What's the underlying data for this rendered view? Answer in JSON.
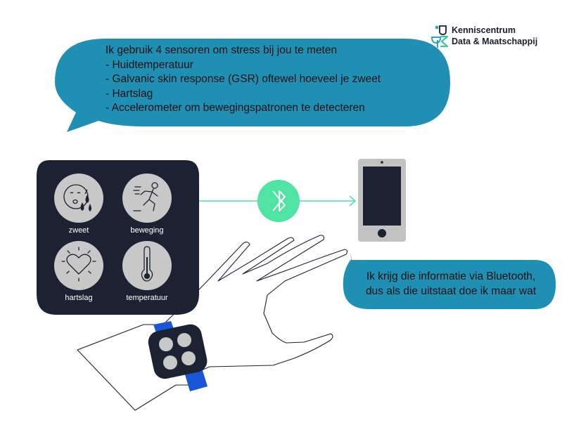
{
  "colors": {
    "bubble": "#1f8fb4",
    "panel": "#1d2232",
    "sensor_circle": "#c8c8c8",
    "connector": "#4fe3a4",
    "strap": "#1a56d8",
    "phone_body": "#c2c2c2",
    "phone_screen": "#1d2232",
    "logo_teal": "#2aa5c4",
    "logo_green": "#3fc7a0"
  },
  "logo": {
    "line1": "Kenniscentrum",
    "line2": "Data & Maatschappij"
  },
  "speech_top": {
    "lines": [
      "Ik gebruik 4 sensoren om stress bij jou te meten",
      "- Huidtemperatuur",
      "- Galvanic skin response (GSR) oftewel hoeveel je zweet",
      "- Hartslag",
      "- Accelerometer om bewegingspatronen te detecteren"
    ]
  },
  "sensors": [
    {
      "label": "zweet",
      "icon": "sweat-face-icon"
    },
    {
      "label": "beweging",
      "icon": "running-person-icon"
    },
    {
      "label": "hartslag",
      "icon": "heartbeat-icon"
    },
    {
      "label": "temperatuur",
      "icon": "thermometer-icon"
    }
  ],
  "bluetooth_icon": "bluetooth-icon",
  "phone_icon": "smartphone-icon",
  "speech_bottom": {
    "lines": [
      "Ik krijg die informatie via Bluetooth,",
      "dus als die uitstaat doe ik maar wat"
    ]
  }
}
